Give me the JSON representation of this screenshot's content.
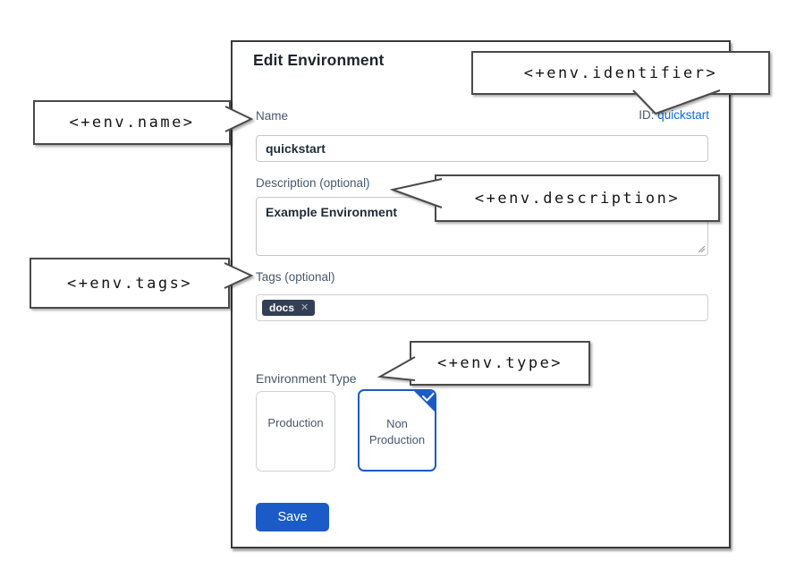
{
  "dialog": {
    "title": "Edit Environment",
    "name_label": "Name",
    "name_value": "quickstart",
    "id_label": "ID:",
    "id_value": "quickstart",
    "description_label": "Description (optional)",
    "description_value": "Example Environment",
    "tags_label": "Tags (optional)",
    "tags": [
      "docs"
    ],
    "environment_type_label": "Environment Type",
    "type_options": [
      {
        "label": "Production",
        "selected": false
      },
      {
        "label": "Non Production",
        "selected": true
      }
    ],
    "save_label": "Save"
  },
  "callouts": {
    "identifier": "<+env.identifier>",
    "name": "<+env.name>",
    "description": "<+env.description>",
    "tags": "<+env.tags>",
    "type": "<+env.type>"
  },
  "icons": {
    "tag_remove": "✕"
  },
  "colors": {
    "accent_blue": "#1b5bc7",
    "link_blue": "#0a6cdd",
    "chip_bg": "#333f54",
    "label_color": "#46586d"
  }
}
